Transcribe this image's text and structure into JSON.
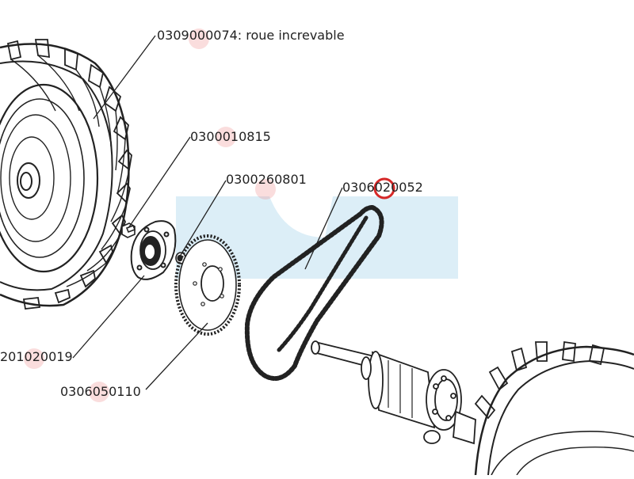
{
  "callouts": {
    "wheel": "0309000074: roue increvable",
    "bolt": "0300010815",
    "nut": "0300260801",
    "chain": "0306020052",
    "hub": "201020019",
    "sprocket": "0306050110"
  },
  "colors": {
    "line": "#222222",
    "watermark": "#dceef7",
    "highlight_ring": "#d62828",
    "tint_mark": "#ec7878"
  }
}
